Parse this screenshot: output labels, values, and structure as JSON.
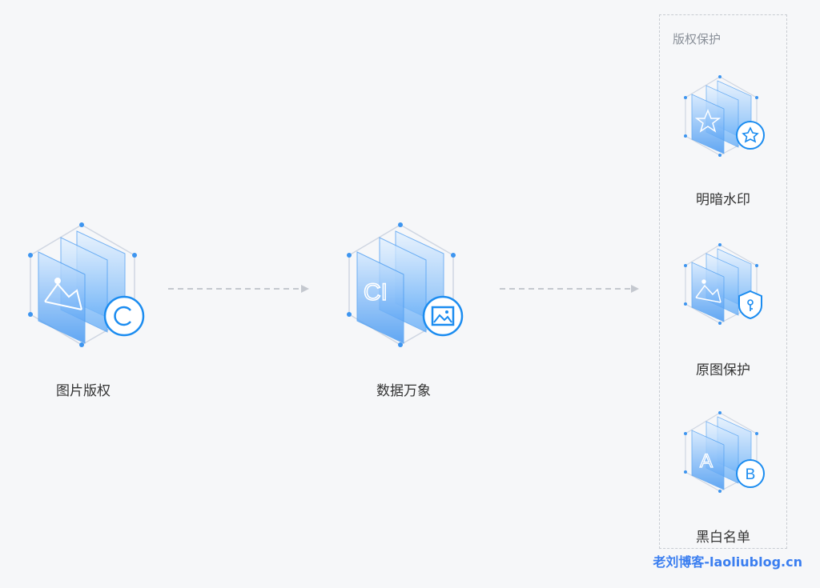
{
  "nodes": {
    "image_copyright": {
      "label": "图片版权",
      "badge_icon": "copyright-icon",
      "inner_icon": "image-icon"
    },
    "data_wanxiang": {
      "label": "数据万象",
      "badge_icon": "picture-frame-icon",
      "inner_text": "CI"
    },
    "watermark": {
      "label": "明暗水印",
      "badge_icon": "star-icon",
      "inner_icon": "star-outline-icon"
    },
    "original_protection": {
      "label": "原图保护",
      "badge_icon": "shield-key-icon",
      "inner_icon": "image-icon"
    },
    "blacklist": {
      "label": "黑白名单",
      "badge_icon": "letter-b-icon",
      "inner_text": "A",
      "badge_text": "B"
    }
  },
  "group": {
    "title": "版权保护"
  },
  "watermark_text": "老刘博客-laoliublog.cn",
  "colors": {
    "background": "#f6f7f9",
    "accent": "#1b8cf0",
    "hex_outline": "#cfd6e2",
    "arrow": "#c4c8cf"
  }
}
